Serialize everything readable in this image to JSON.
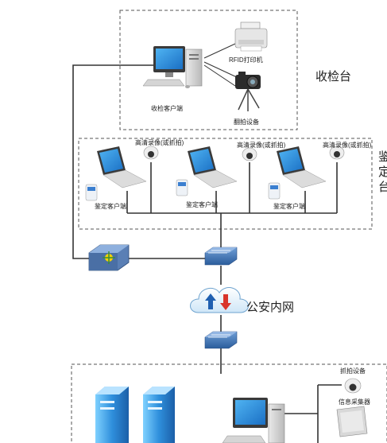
{
  "receiving_zone": {
    "title": "收检台",
    "client_label": "收检客户端",
    "printer_label": "RFID打印机",
    "camera_label": "翻拍设备"
  },
  "appraisal_zone": {
    "title_chars": [
      "鉴",
      "定",
      "台"
    ],
    "stations": [
      {
        "client_label": "鉴定客户端",
        "camera_label": "高清录像(或抓拍)"
      },
      {
        "client_label": "鉴定客户端",
        "camera_label": "高清录像(或抓拍)"
      },
      {
        "client_label": "鉴定客户端",
        "camera_label": "高清录像(或抓拍)"
      }
    ]
  },
  "network": {
    "label": "公安内网"
  },
  "bottom_zone": {
    "capture_label": "抓拍设备",
    "collector_label": "信息采集器"
  }
}
